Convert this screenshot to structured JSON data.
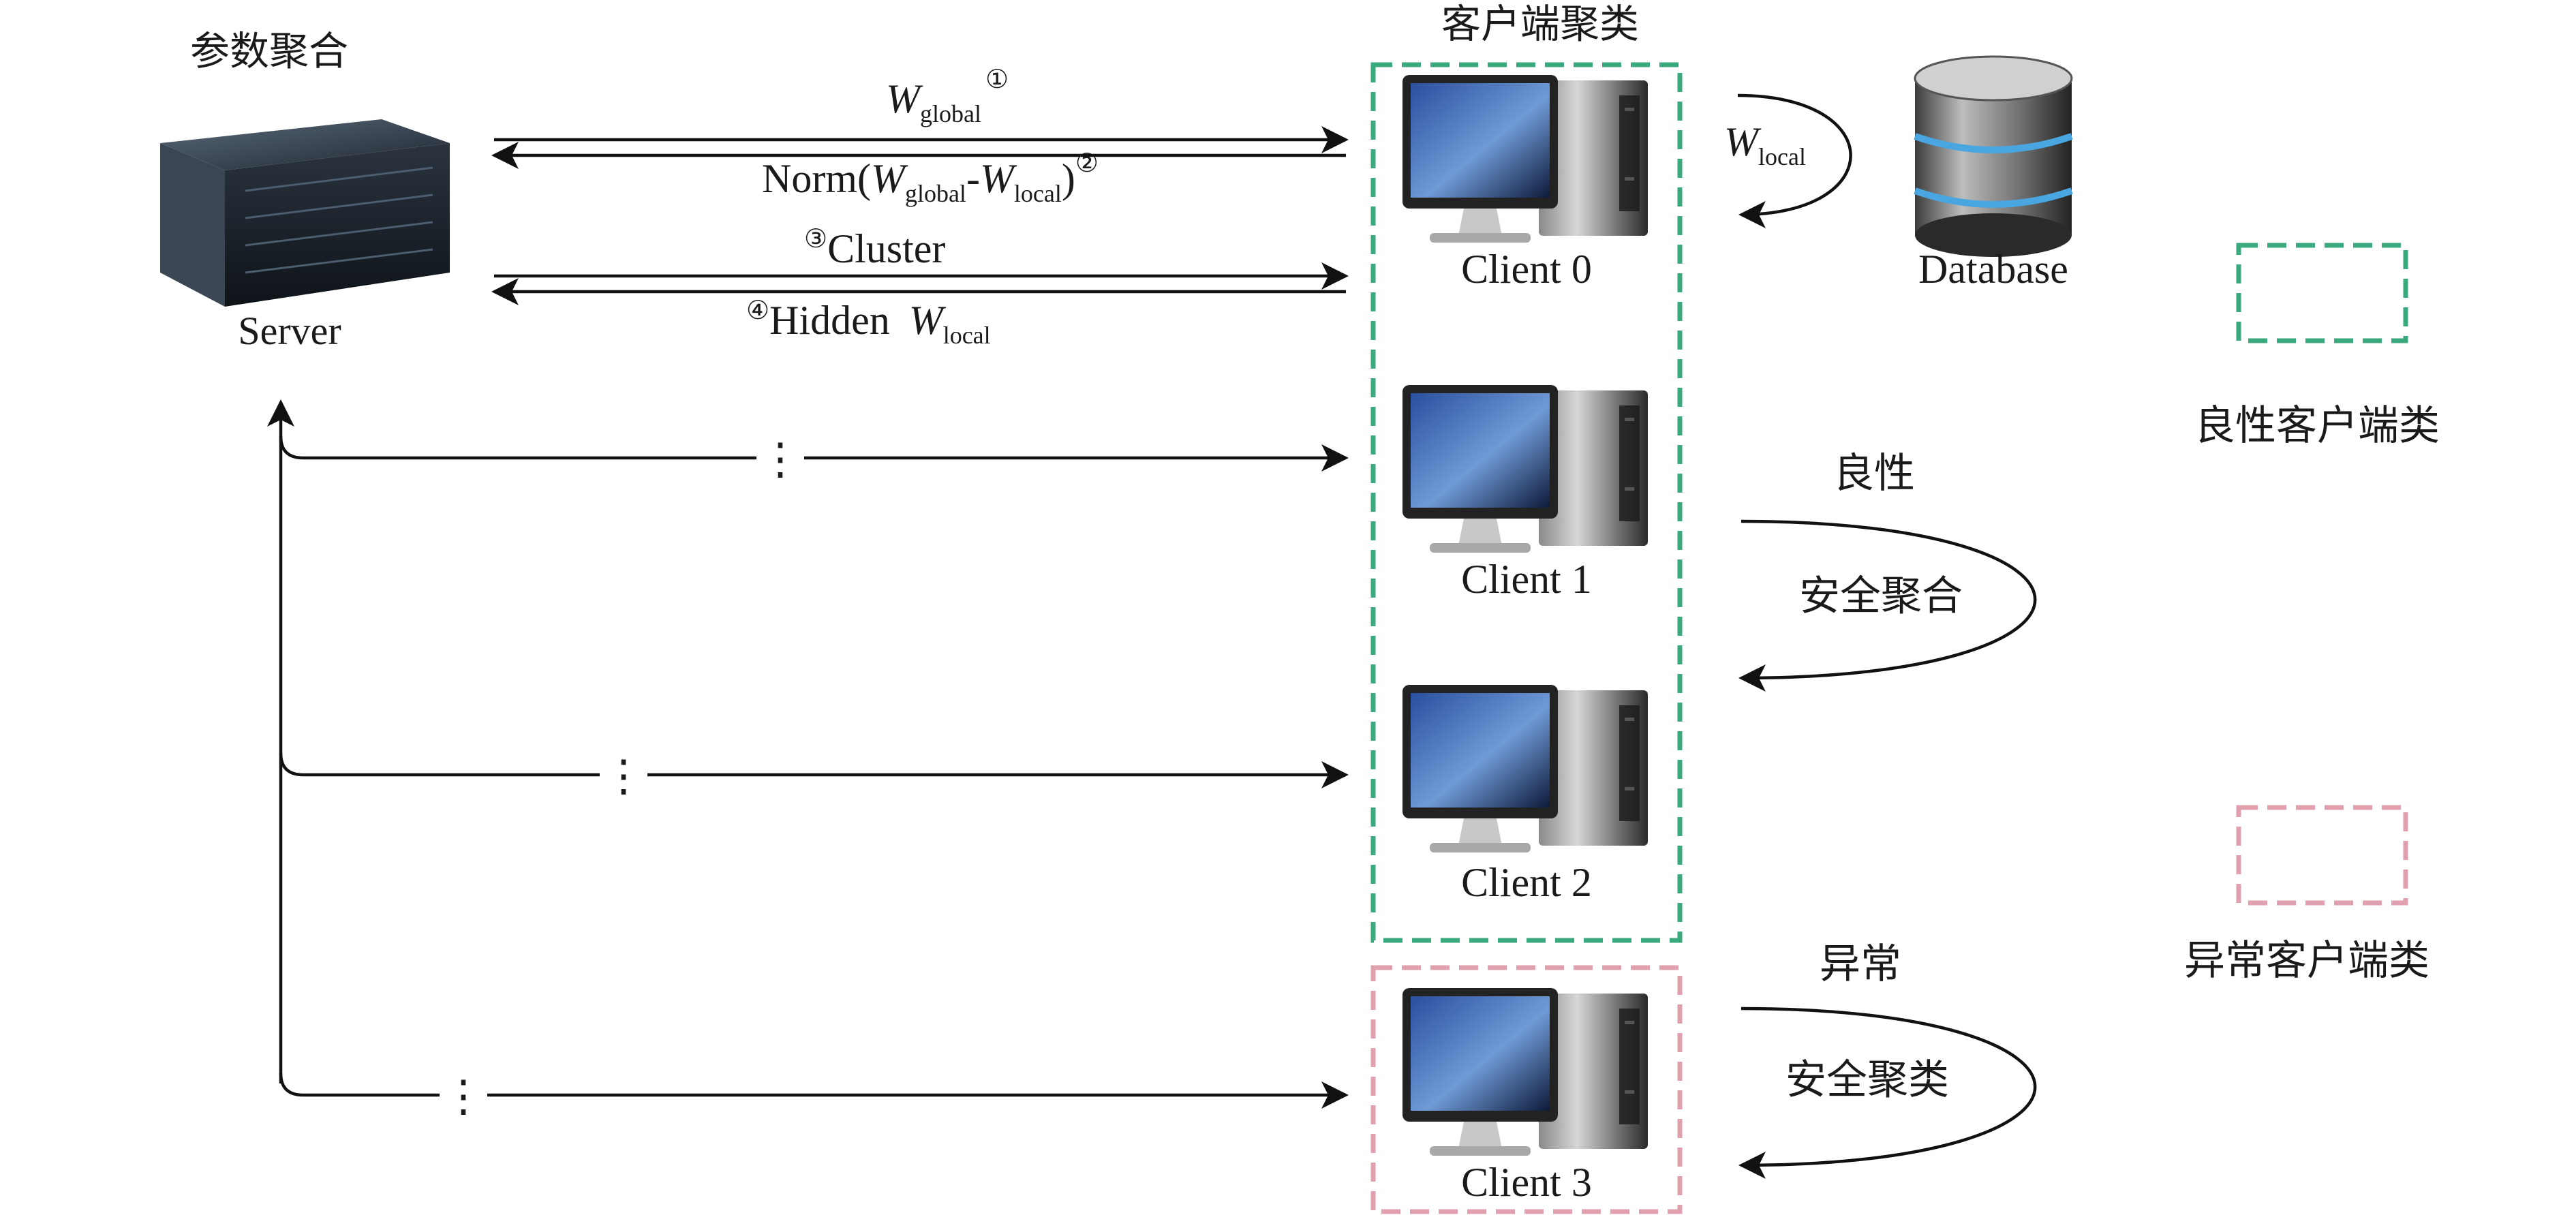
{
  "server": {
    "heading": "参数聚合",
    "label": "Server"
  },
  "cluster_heading": "客户端聚类",
  "messages": {
    "m1": {
      "symbol": "W",
      "sub": "global",
      "mark": "①"
    },
    "m2": {
      "prefix": "Norm(",
      "symbol1": "W",
      "sub1": "global",
      "dash": "-",
      "symbol2": "W",
      "sub2": "local",
      "suffix": ")",
      "mark": "②"
    },
    "m3": {
      "mark": "③",
      "text": "Cluster"
    },
    "m4": {
      "mark": "④",
      "text": "Hidden",
      "symbol": "W",
      "sub": "local"
    }
  },
  "local_update": {
    "symbol": "W",
    "sub": "local"
  },
  "database": {
    "label": "Database"
  },
  "clients": [
    {
      "label": "Client 0"
    },
    {
      "label": "Client 1"
    },
    {
      "label": "Client 2"
    },
    {
      "label": "Client 3"
    }
  ],
  "benign_loop": {
    "top": "良性",
    "inner": "安全聚合"
  },
  "anomaly_loop": {
    "top": "异常",
    "inner": "安全聚类"
  },
  "legend": {
    "benign": {
      "label": "良性客户端类",
      "color": "#3aa97e"
    },
    "anomaly": {
      "label": "异常客户端类",
      "color": "#e0a0ae"
    }
  },
  "ellipsis": "⋮"
}
